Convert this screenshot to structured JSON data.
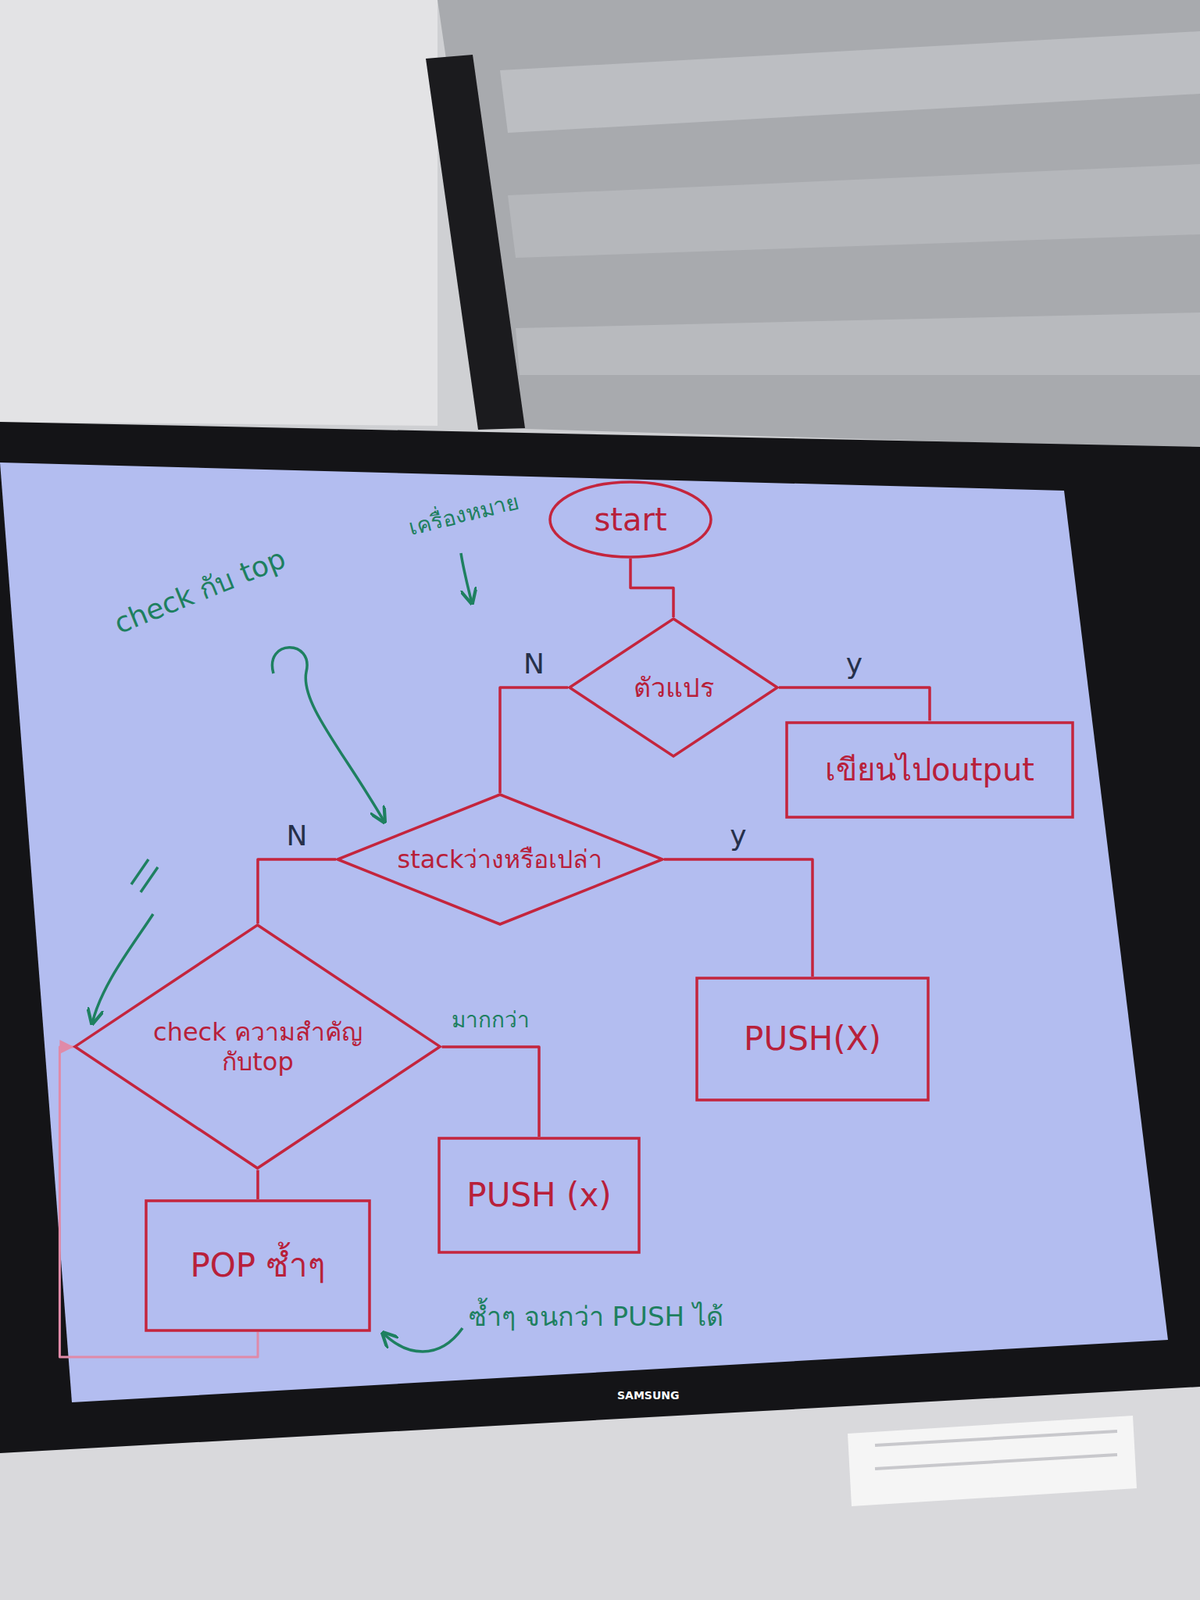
{
  "diagram": {
    "nodes": [
      {
        "text": [
          "start"
        ]
      },
      {
        "text": [
          "ตัวแปร"
        ]
      },
      {
        "text": [
          "เขียนไปoutput"
        ]
      },
      {
        "text": [
          "stackว่างหรือเปล่า"
        ]
      },
      {
        "text": [
          "PUSH(X)"
        ]
      },
      {
        "text": [
          "check ความสำคัญ กับtop"
        ]
      },
      {
        "text": [
          "PUSH (x)"
        ]
      },
      {
        "text": [
          "POP ซ้ำๆ"
        ]
      }
    ],
    "edges": [
      {
        "from": 0,
        "to": 1,
        "arrow": "none"
      },
      {
        "from": 1,
        "to": 2,
        "label": "y",
        "arrow": "none"
      },
      {
        "from": 1,
        "to": 3,
        "label": "N",
        "arrow": "none"
      },
      {
        "from": 3,
        "to": 4,
        "label": "y",
        "arrow": "none"
      },
      {
        "from": 3,
        "to": 5,
        "label": "N",
        "arrow": "none"
      },
      {
        "from": 5,
        "to": 6,
        "label": "มากกว่า",
        "arrow": "none"
      },
      {
        "from": 5,
        "to": 7,
        "arrow": "none"
      },
      {
        "from": 7,
        "to": 5,
        "arrow": "to"
      }
    ],
    "labels": [
      "check กับ top",
      "เครื่องหมาย",
      "ซ้ำๆ จนกว่า PUSH ได้",
      "SAMSUNG"
    ]
  }
}
